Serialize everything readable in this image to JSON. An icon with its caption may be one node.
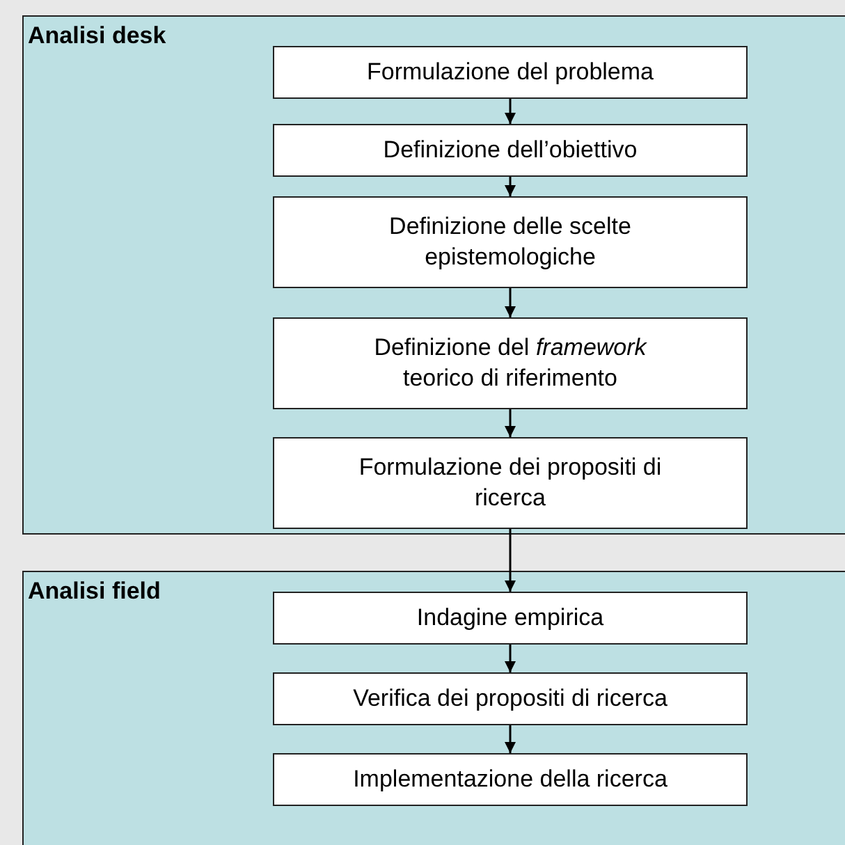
{
  "diagram": {
    "nodes": [
      {
        "text": [
          "Analisi desk"
        ]
      },
      {
        "text": [
          "Formulazione del problema"
        ],
        "in": 0
      },
      {
        "text": [
          "Definizione dell’obiettivo"
        ],
        "in": 0
      },
      {
        "text": [
          "Definizione delle scelte epistemologiche"
        ],
        "in": 0
      },
      {
        "text": [
          "Definizione del *framework* teorico di riferimento"
        ],
        "in": 0
      },
      {
        "text": [
          "Formulazione dei propositi di ricerca"
        ],
        "in": 0
      },
      {
        "text": [
          "Analisi field"
        ]
      },
      {
        "text": [
          "Indagine empirica"
        ],
        "in": 6
      },
      {
        "text": [
          "Verifica dei propositi di ricerca"
        ],
        "in": 6
      },
      {
        "text": [
          "Implementazione della ricerca"
        ],
        "in": 6
      }
    ],
    "edges": [
      {
        "from": 1,
        "to": 2,
        "arrow": "to"
      },
      {
        "from": 2,
        "to": 3,
        "arrow": "to"
      },
      {
        "from": 3,
        "to": 4,
        "arrow": "to"
      },
      {
        "from": 4,
        "to": 5,
        "arrow": "to"
      },
      {
        "from": 5,
        "to": 7,
        "arrow": "to"
      },
      {
        "from": 7,
        "to": 8,
        "arrow": "to"
      },
      {
        "from": 8,
        "to": 9,
        "arrow": "to"
      }
    ]
  }
}
